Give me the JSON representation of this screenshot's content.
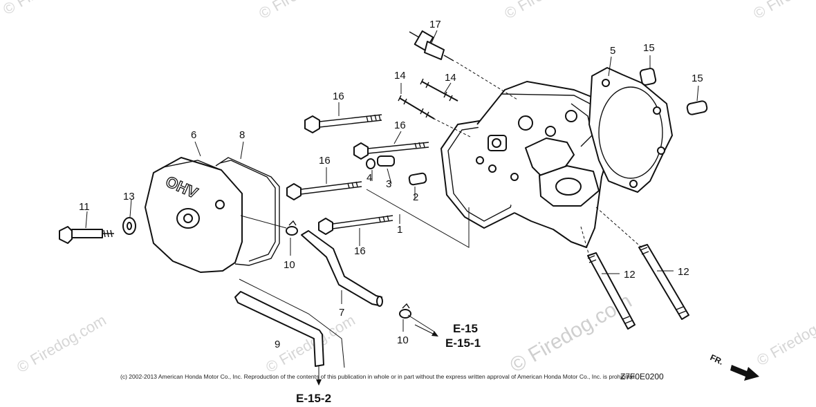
{
  "callouts": {
    "c1": "1",
    "c2": "2",
    "c3": "3",
    "c4": "4",
    "c5": "5",
    "c6": "6",
    "c7": "7",
    "c8": "8",
    "c9": "9",
    "c10a": "10",
    "c10b": "10",
    "c11": "11",
    "c12a": "12",
    "c12b": "12",
    "c13": "13",
    "c14a": "14",
    "c14b": "14",
    "c15a": "15",
    "c15b": "15",
    "c16a": "16",
    "c16b": "16",
    "c16c": "16",
    "c16d": "16",
    "c17": "17"
  },
  "references": {
    "e15": "E-15",
    "e151": "E-15-1",
    "e152": "E-15-2",
    "fr": "FR."
  },
  "cover_text": "OHV",
  "diagram_code": "Z7F0E0200",
  "copyright": "(c) 2002-2013 American Honda Motor Co., Inc. Reproduction of the contents of this publication in whole or in part without the express written approval of American Honda Motor Co., Inc. is prohibited.",
  "watermarks": {
    "w1": "© Firedog.com",
    "w2": "© Firedog.com",
    "w3": "© Firedog.com",
    "w4": "© Firedog.com",
    "w5": "© Firedog.com",
    "w6": "© Firedog.com",
    "w7": "© Firedog.com",
    "w8": "© Firedog.com"
  },
  "colors": {
    "ink": "#111111",
    "watermark": "#d6d6d6",
    "background": "#ffffff"
  }
}
